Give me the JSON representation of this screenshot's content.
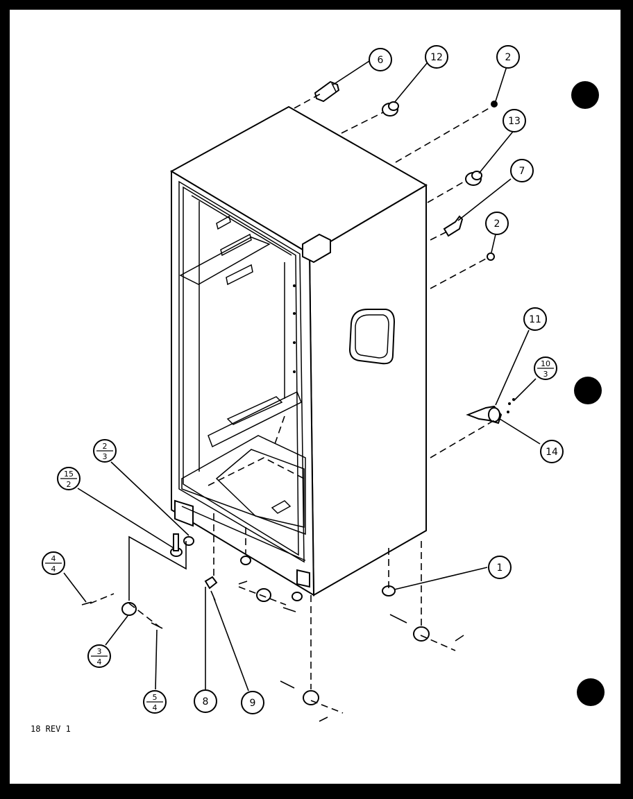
{
  "callouts": {
    "p6": "6",
    "p12": "12",
    "p2a": "2",
    "p13": "13",
    "p7": "7",
    "p2b": "2",
    "p11": "11",
    "p14": "14",
    "p1": "1",
    "p8": "8",
    "p9": "9"
  },
  "fractions": {
    "f10_3": {
      "top": "10",
      "bottom": "3"
    },
    "f2_3": {
      "top": "2",
      "bottom": "3"
    },
    "f15_2": {
      "top": "15",
      "bottom": "2"
    },
    "f4_4": {
      "top": "4",
      "bottom": "4"
    },
    "f3_4": {
      "top": "3",
      "bottom": "4"
    },
    "f5_4": {
      "top": "5",
      "bottom": "4"
    }
  },
  "footer_text": "18 REV 1"
}
